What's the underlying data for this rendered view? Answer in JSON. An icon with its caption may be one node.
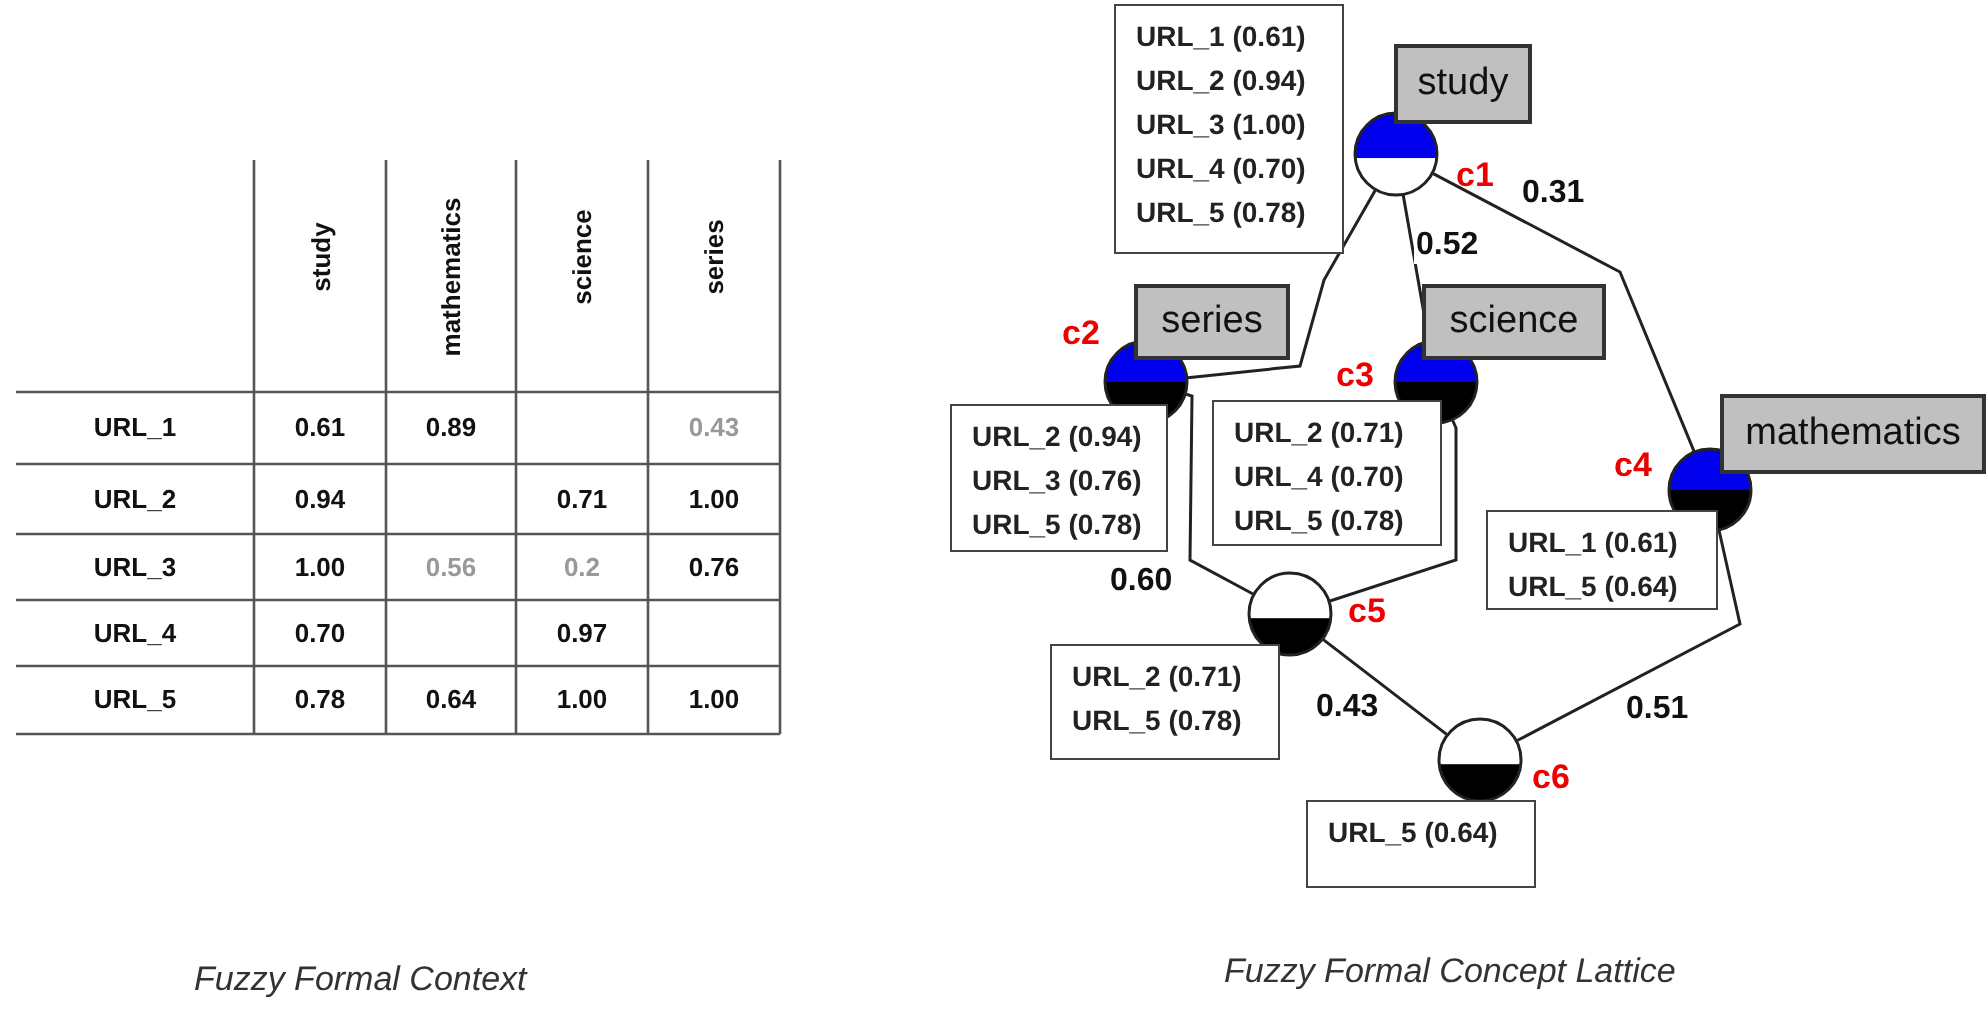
{
  "diagram": {
    "nodes": [
      {
        "text": [
          "URL_1 (0.61)",
          "URL_2 (0.94)",
          "URL_3 (1.00)",
          "URL_4 (0.70)",
          "URL_5 (0.78)"
        ]
      },
      {
        "text": [
          "study"
        ]
      },
      {
        "text": [],
        "shape": "circle",
        "beside": [
          "c1"
        ]
      },
      {
        "text": [
          "series"
        ]
      },
      {
        "text": [
          "science"
        ]
      },
      {
        "text": [],
        "shape": "circle",
        "beside": [
          "c2"
        ]
      },
      {
        "text": [],
        "shape": "circle",
        "beside": [
          "c3"
        ]
      },
      {
        "text": [
          "mathematics"
        ]
      },
      {
        "text": [],
        "shape": "circle",
        "beside": [
          "c4"
        ]
      },
      {
        "text": [
          "URL_2 (0.94)",
          "URL_3 (0.76)",
          "URL_5 (0.78)"
        ]
      },
      {
        "text": [
          "URL_2 (0.71)",
          "URL_4 (0.70)",
          "URL_5 (0.78)"
        ]
      },
      {
        "text": [
          "URL_1 (0.61)",
          "URL_5 (0.64)"
        ]
      },
      {
        "text": [],
        "shape": "circle",
        "beside": [
          "c5"
        ]
      },
      {
        "text": [
          "URL_2 (0.71)",
          "URL_5 (0.78)"
        ]
      },
      {
        "text": [],
        "shape": "circle",
        "beside": [
          "c6"
        ]
      },
      {
        "text": [
          "URL_5 (0.64)"
        ]
      }
    ],
    "edges": [
      {
        "from": 2,
        "to": 5,
        "arrow": "none"
      },
      {
        "from": 2,
        "to": 6,
        "arrow": "none",
        "label": "0.52"
      },
      {
        "from": 2,
        "to": 8,
        "arrow": "none",
        "label": "0.31"
      },
      {
        "from": 5,
        "to": 12,
        "arrow": "none",
        "label": "0.60"
      },
      {
        "from": 6,
        "to": 12,
        "arrow": "none"
      },
      {
        "from": 12,
        "to": 14,
        "arrow": "none",
        "label": "0.43"
      },
      {
        "from": 8,
        "to": 14,
        "arrow": "none",
        "label": "0.51"
      }
    ],
    "labels": [
      "study",
      "mathematics",
      "science",
      "series",
      "URL_1",
      "0.61",
      "0.89",
      "0.43",
      "URL_2",
      "0.94",
      "0.71",
      "1.00",
      "URL_3",
      "1.00",
      "0.56",
      "0.2",
      "0.76",
      "URL_4",
      "0.70",
      "0.97",
      "URL_5",
      "0.78",
      "0.64",
      "1.00",
      "1.00",
      "Fuzzy Formal Context",
      "Fuzzy Formal Concept Lattice"
    ]
  }
}
